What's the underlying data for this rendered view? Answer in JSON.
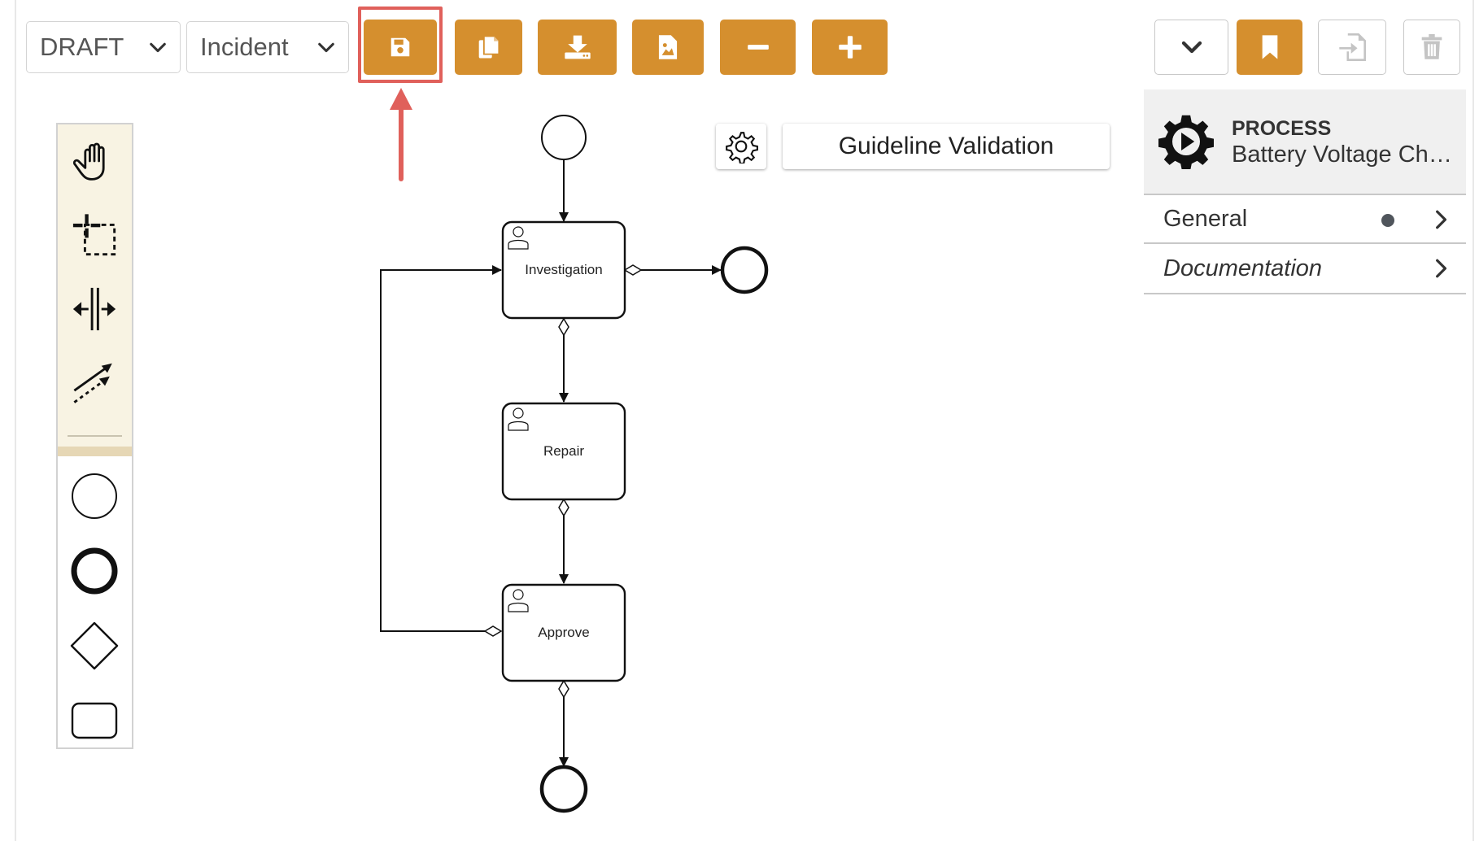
{
  "toolbar": {
    "status_select": "DRAFT",
    "type_select": "Incident",
    "buttons": [
      {
        "name": "save",
        "icon": "floppy-disk-icon"
      },
      {
        "name": "copy",
        "icon": "copy-icon"
      },
      {
        "name": "download",
        "icon": "download-icon"
      },
      {
        "name": "export-image",
        "icon": "image-file-icon"
      },
      {
        "name": "zoom-out",
        "icon": "minus-icon"
      },
      {
        "name": "zoom-in",
        "icon": "plus-icon"
      }
    ],
    "right_buttons": [
      {
        "name": "more-dropdown",
        "icon": "chevron-down-icon"
      },
      {
        "name": "bookmark",
        "icon": "bookmark-icon"
      },
      {
        "name": "import",
        "icon": "file-import-icon"
      },
      {
        "name": "delete",
        "icon": "trash-icon"
      }
    ],
    "accent_color": "#d58f2e",
    "highlight_color": "#e0605b"
  },
  "palette": {
    "tools": [
      "hand-tool-icon",
      "lasso-tool-icon",
      "space-tool-icon",
      "global-connect-tool-icon"
    ],
    "elements": [
      "start-event-icon",
      "end-event-icon",
      "gateway-icon",
      "task-icon"
    ]
  },
  "diagram": {
    "tasks": [
      "Investigation",
      "Repair",
      "Approve"
    ]
  },
  "guideline": {
    "button_label": "Guideline Validation"
  },
  "properties": {
    "type": "PROCESS",
    "name": "Battery Voltage Ch…",
    "rows": [
      {
        "label": "General",
        "has_dot": true
      },
      {
        "label": "Documentation",
        "has_dot": false
      }
    ]
  }
}
